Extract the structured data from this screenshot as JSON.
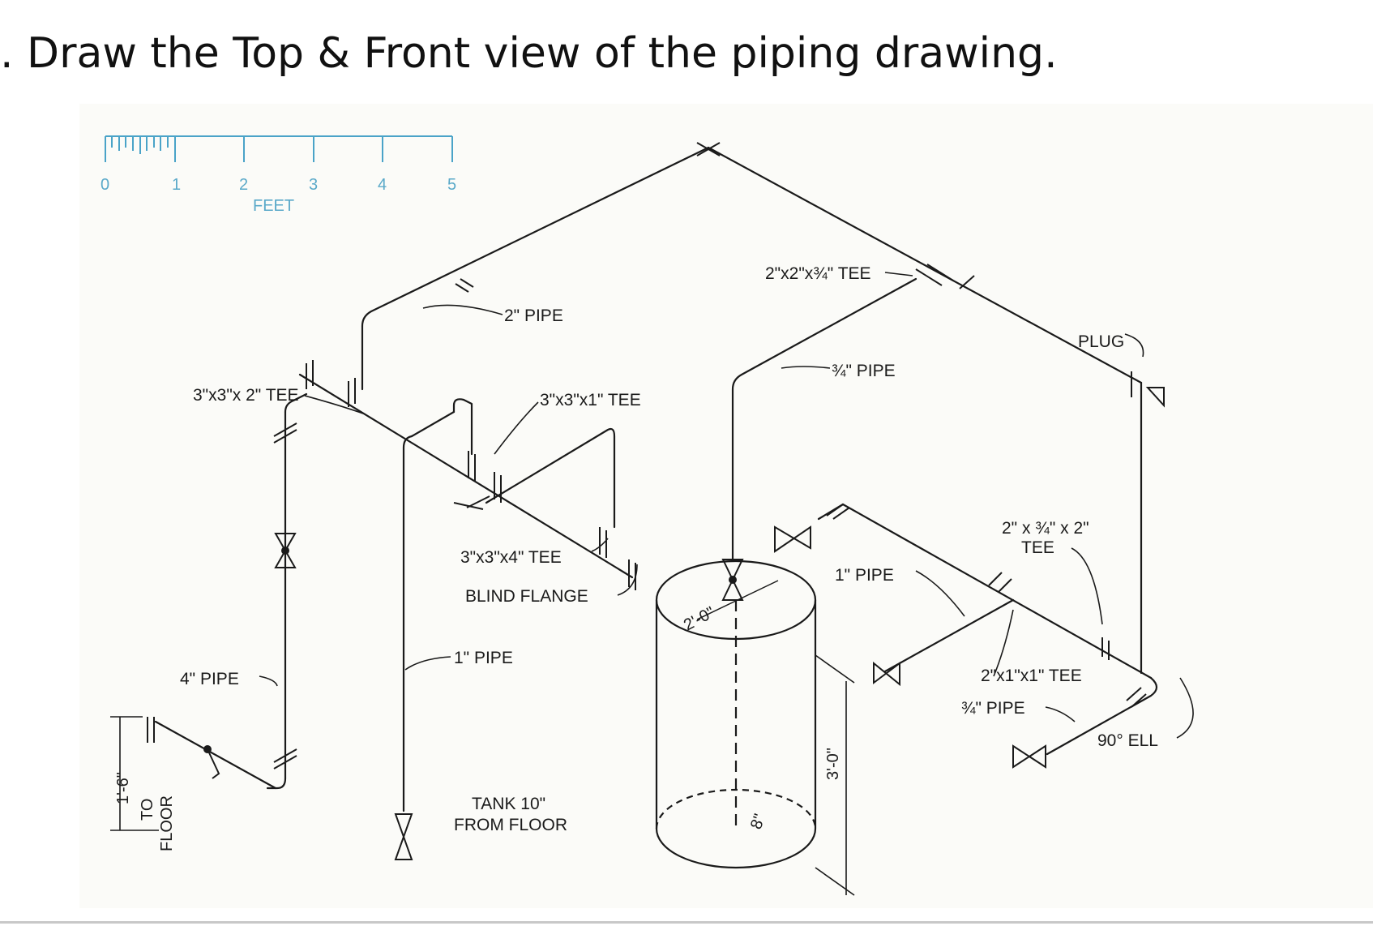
{
  "heading": ". Draw the Top & Front view of the piping drawing.",
  "scale": {
    "ticks": [
      "0",
      "1",
      "2",
      "3",
      "4",
      "5"
    ],
    "unit": "FEET",
    "color": "#4aa3c8"
  },
  "labels": {
    "pipe_2in": "2\" PIPE",
    "tee_3x3x2": "3\"x3\"x 2\" TEE",
    "tee_3x3x1": "3\"x3\"x1\" TEE",
    "tee_3x3x4": "3\"x3\"x4\" TEE",
    "blind_flange": "BLIND FLANGE",
    "pipe_4in": "4\" PIPE",
    "pipe_1in_left": "1\" PIPE",
    "to_floor": "TO",
    "to_floor2": "FLOOR",
    "dim_1_6": "1'-6\"",
    "tank_line1": "TANK 10\"",
    "tank_line2": "FROM FLOOR",
    "tee_2x2x34": "2\"x2\"x¾\" TEE",
    "pipe_34_top": "¾\" PIPE",
    "plug": "PLUG",
    "pipe_1in_right": "1\" PIPE",
    "tee_2x34x2_a": "2\" x ¾\" x 2\"",
    "tee_2x34x2_b": "TEE",
    "tee_2x1x1": "2\"x1\"x1\" TEE",
    "pipe_34_bottom": "¾\" PIPE",
    "ell_90": "90° ELL",
    "dim_2_0": "2'-0\"",
    "dim_3_0": "3'-0\"",
    "dim_8": "8\""
  }
}
